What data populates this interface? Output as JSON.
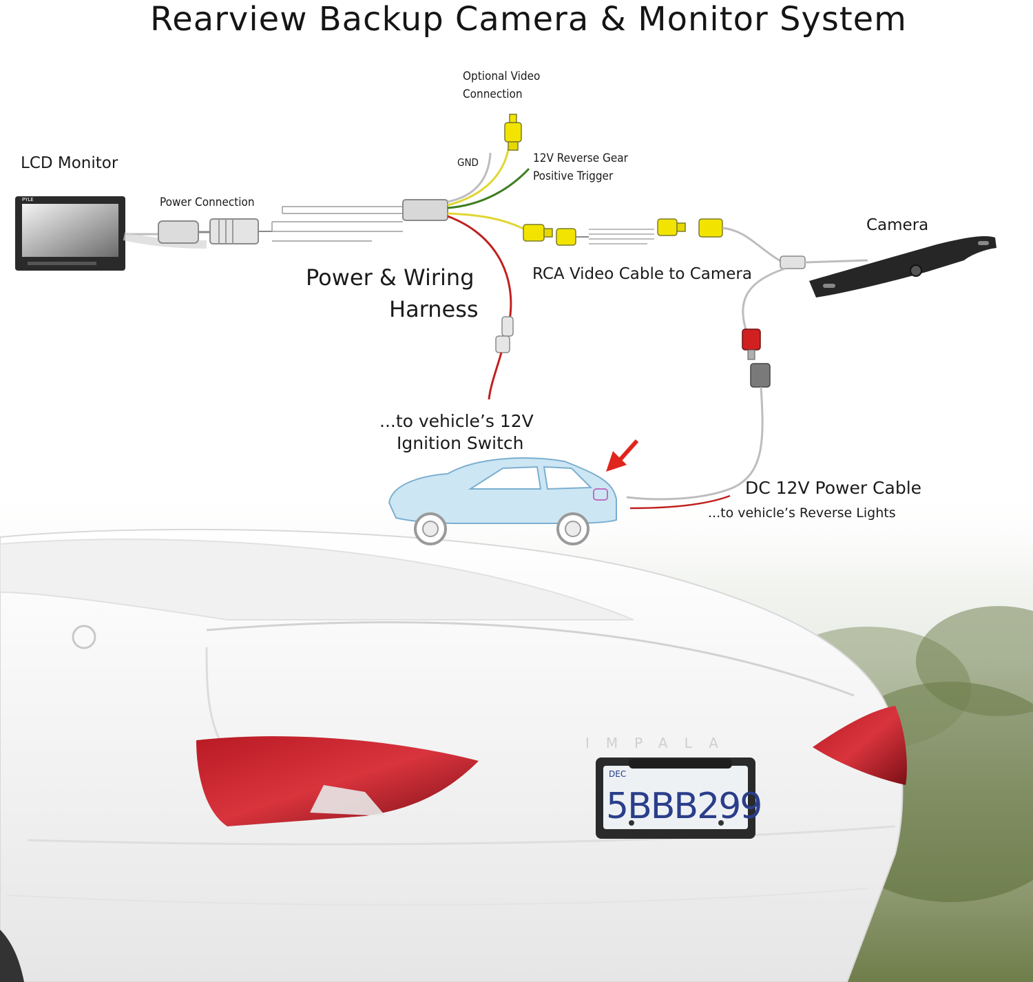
{
  "title": "Rearview Backup Camera & Monitor System",
  "labels": {
    "lcd_monitor": "LCD Monitor",
    "power_connection": "Power Connection",
    "optional_video_line1": "Optional Video",
    "optional_video_line2": "Connection",
    "gnd": "GND",
    "reverse_gear_line1": "12V Reverse Gear",
    "reverse_gear_line2": "Positive Trigger",
    "camera": "Camera",
    "rca_cable": "RCA Video Cable to Camera",
    "harness_line1": "Power & Wiring",
    "harness_line2": "Harness",
    "ignition_line1": "...to vehicle’s 12V",
    "ignition_line2": "Ignition Switch",
    "dc_power": "DC 12V Power Cable",
    "reverse_lights": "...to vehicle’s Reverse Lights"
  },
  "photo": {
    "monitor_brand": "PYLE",
    "plate_month": "DEC",
    "plate_number": "5BBB299",
    "trunk_badge": "IMPALA"
  },
  "colors": {
    "yellow_wire": "#e0d633",
    "rca_yellow": "#f2e400",
    "green_wire": "#3f7d22",
    "red_wire": "#c0201f",
    "grey_wire": "#bdbdbd",
    "car_blue": "#cde6f3",
    "arrow_red": "#e0261c"
  }
}
